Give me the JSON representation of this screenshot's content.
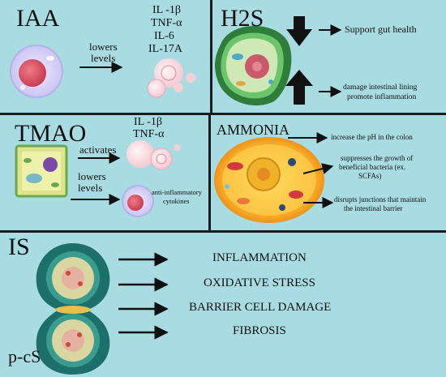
{
  "panels": {
    "iaa": {
      "title": "IAA",
      "action": [
        "lowers",
        "levels"
      ],
      "cytokines": [
        "IL -1β",
        "TNF-α",
        "IL-6",
        "IL-17A"
      ]
    },
    "h2s": {
      "title": "H2S",
      "low_effect": "Support gut health",
      "high_effect": [
        "damage intestinal lining",
        "promote inflammation"
      ]
    },
    "tmao": {
      "title": "TMAO",
      "activates": "activates",
      "lowers": [
        "lowers",
        "levels"
      ],
      "cytokines": [
        "IL -1β",
        "TNF-α"
      ],
      "anti_inflammatory": [
        "anti-inflammatory",
        "cytokines"
      ]
    },
    "ammonia": {
      "title": "AMMONIA",
      "effects": [
        [
          "increase the pH in the colon"
        ],
        [
          "suppresses the growth of",
          "beneficial bacteria (ex.",
          "SCFAs)"
        ],
        [
          "disrupts junctions that maintain",
          "the intestinal barrier"
        ]
      ]
    },
    "is": {
      "title": "IS",
      "subtitle": "p-cS",
      "effects": [
        "INFLAMMATION",
        "OXIDATIVE STRESS",
        "BARRIER CELL DAMAGE",
        "FIBROSIS"
      ]
    }
  },
  "colors": {
    "background": "#a9dbe3",
    "rule": "#1a1a1a",
    "arrow": "#111111"
  }
}
